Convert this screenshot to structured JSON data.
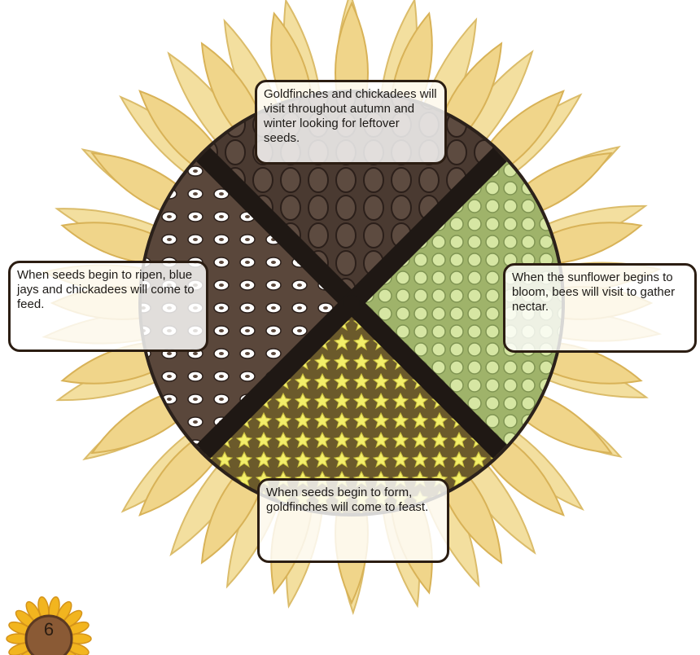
{
  "callouts": {
    "top": "Goldfinches and chickadees will visit throughout autumn and winter looking for leftover seeds.",
    "left": "When seeds begin to ripen, blue jays and chickadees will come to feed.",
    "right": "When the sunflower begins to bloom, bees will visit to gather nectar.",
    "bottom": "When seeds begin to form, goldfinches will come to feast."
  },
  "page_number": "6",
  "colors": {
    "petal": "#f0d58a",
    "petal_edge": "#d8b257",
    "disc": "#2b211b",
    "seed_quadrant": "#4a3a31",
    "ripe_quadrant": "#5a473b",
    "bloom_quadrant": "#b9c982",
    "form_quadrant": "#cfd57a",
    "badge_petal": "#f2b51f",
    "badge_center": "#8a5a35"
  }
}
